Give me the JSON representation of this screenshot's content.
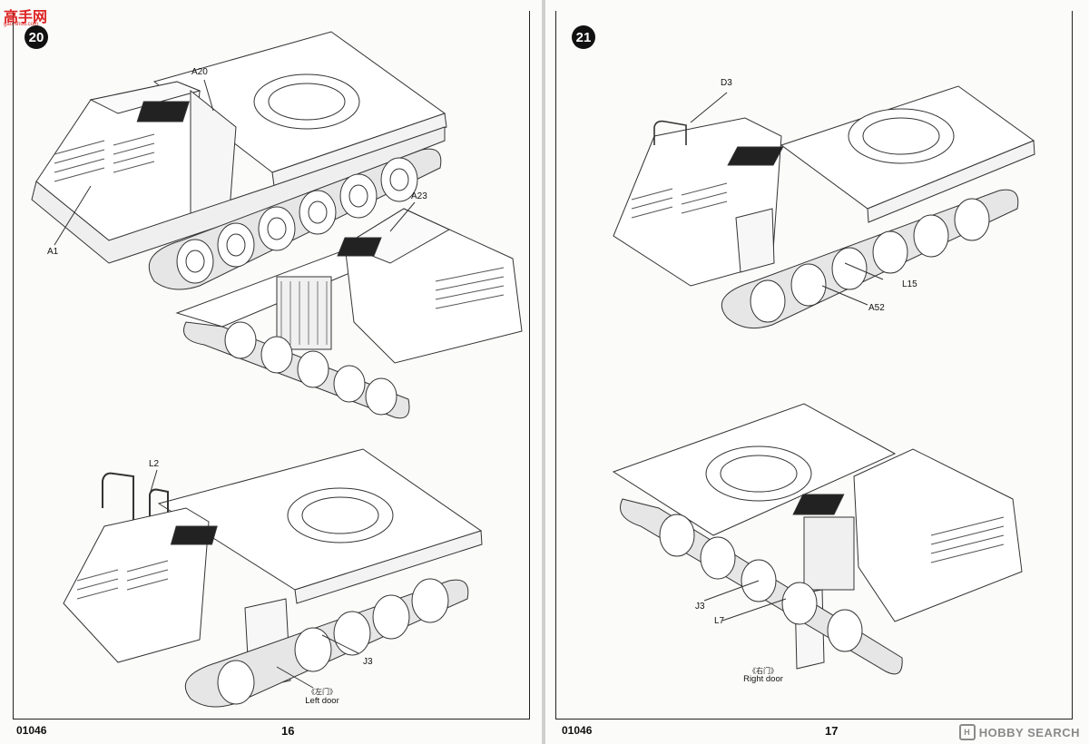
{
  "logo": {
    "text": "高手网",
    "subtext": "gao-shou.com"
  },
  "left_page": {
    "step": "20",
    "labels": {
      "a20": "A20",
      "a1": "A1",
      "a23": "A23",
      "l2": "L2",
      "j3": "J3"
    },
    "door_caption_cn": "《左门》",
    "door_caption_en": "Left door",
    "code": "01046",
    "page_number": "16"
  },
  "right_page": {
    "step": "21",
    "labels": {
      "d3": "D3",
      "l15": "L15",
      "a52": "A52",
      "j3": "J3",
      "l7": "L7"
    },
    "door_caption_cn": "《右门》",
    "door_caption_en": "Right door",
    "code": "01046",
    "page_number": "17"
  },
  "watermark": {
    "text": "HOBBY SEARCH"
  }
}
